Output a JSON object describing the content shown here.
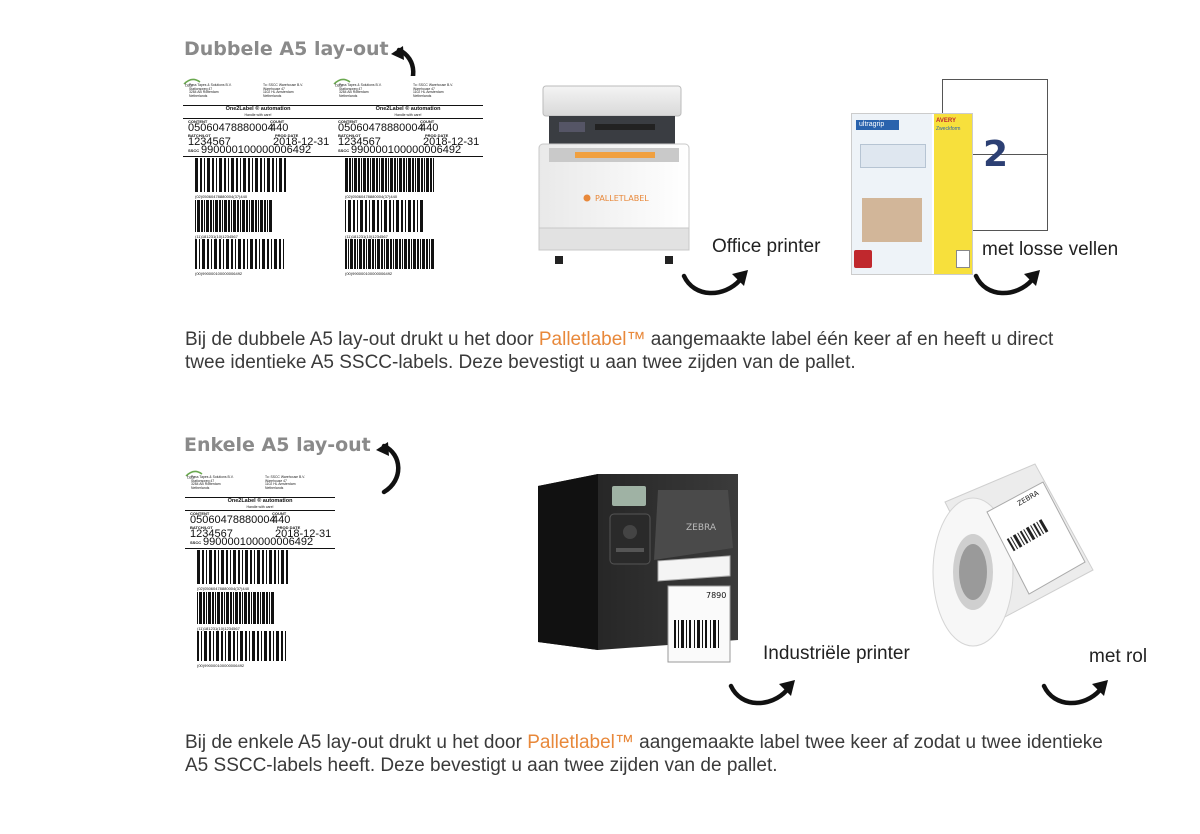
{
  "section1": {
    "heading": "Dubbele A5 lay-out",
    "office_caption": "Office printer",
    "sheets_caption": "met losse vellen",
    "printer_brand": "PALLETLABEL",
    "sheet_number": "2",
    "label_brand": "AVERY",
    "label_brand2": "Zweckform",
    "product_brand": "ultragrip",
    "para_line1_before": "Bij de dubbele A5 lay-out drukt u het door ",
    "para_line1_brand": "Palletlabel™",
    "para_line1_after": " aangemaakte label één keer af en heeft u direct",
    "para_line2": "twee identieke A5 SSCC-labels. Deze bevestigt u aan twee zijden van de pallet."
  },
  "section2": {
    "heading": "Enkele A5 lay-out",
    "industrial_caption": "Industriële printer",
    "roll_caption": "met rol",
    "roll_brand": "ZEBRA",
    "printer_brand": "ZEBRA",
    "printer_label_number": "7890",
    "para_line1_before": "Bij de enkele A5 lay-out drukt u het door ",
    "para_line1_brand": "Palletlabel™",
    "para_line1_after": " aangemaakte label twee keer af zodat u twee identieke",
    "para_line2": "A5 SSCC-labels heeft. Deze bevestigt u aan twee zijden van de pallet."
  },
  "label": {
    "title": "One2Label ® automation",
    "subtitle": "Handle with care!",
    "content_key": "CONTENT",
    "content_value": "05060478880004",
    "count_key": "COUNT",
    "count_value": "440",
    "batch_key": "BATCH/LOT",
    "batch_value": "1234567",
    "prod_key": "PROD DATE",
    "prod_value": "2018-12-31",
    "sscc_key": "SSCC",
    "sscc_value": "990000100000006492",
    "hri1": "(02)05060478880004(37)440",
    "hri2": "(11)181231(10)1234567",
    "hri3": "(00)990000100000006492",
    "addr_left": "Pass Tapes & Solutions B.V.\nStationsweg 47\n3284 AB Rotterdam\nNetherlands",
    "addr_right": "To: SSCC Warehouse B.V.\nWarehouse 47\n1102 HL Amsterdam\nNetherlands"
  },
  "colors": {
    "heading": "#8a8a8a",
    "brand": "#e8883a",
    "text": "#3a3a3a"
  }
}
